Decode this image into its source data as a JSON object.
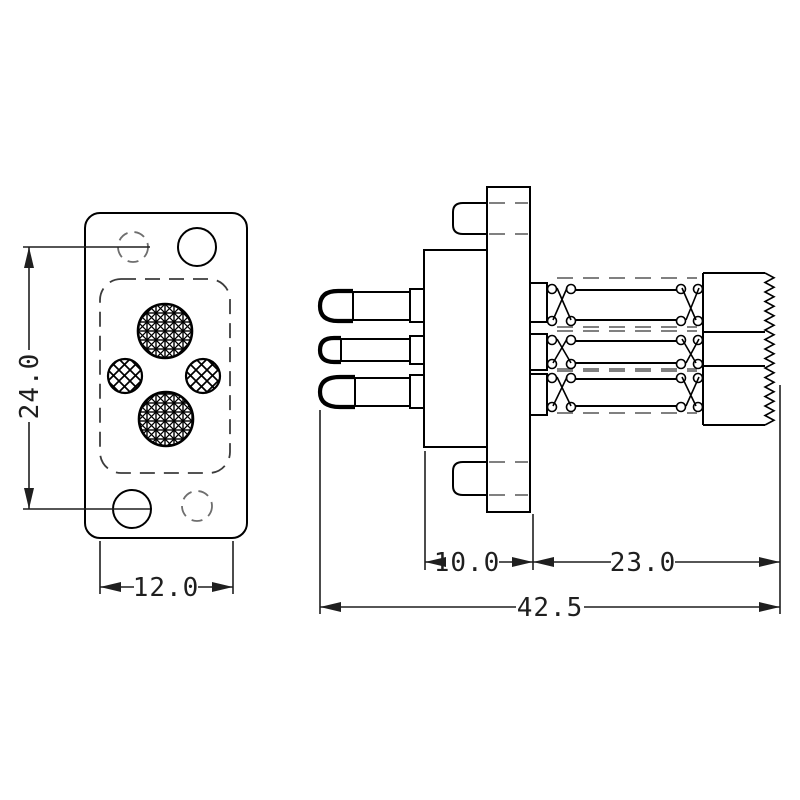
{
  "drawing": {
    "type": "technical-cad-drawing",
    "subject": "spring-loaded connector, front and side orthographic views",
    "colors": {
      "background": "#ffffff",
      "solid_line": "#000000",
      "hidden_line": "#6e6e6e",
      "dimension": "#1f1f1f"
    },
    "views": {
      "front": {
        "label": "front-view"
      },
      "side": {
        "label": "side-view"
      }
    },
    "dimensions": {
      "plate_height": "24.0",
      "plate_width": "12.0",
      "body_length": "10.0",
      "tail_length": "23.0",
      "overall_length": "42.5"
    }
  }
}
